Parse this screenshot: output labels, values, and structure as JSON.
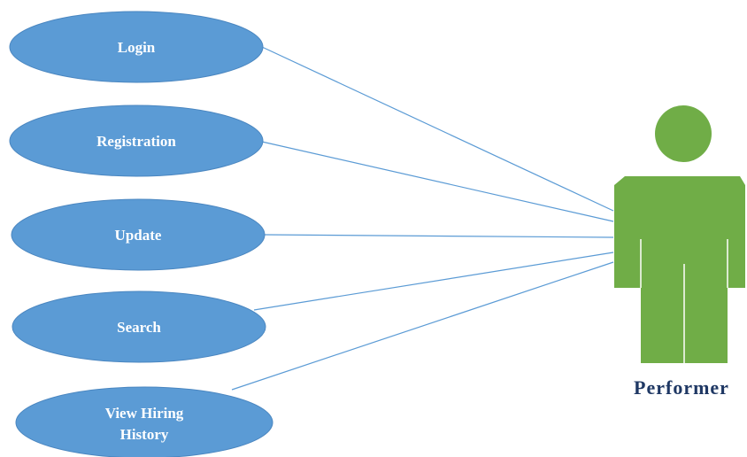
{
  "diagram": {
    "use_cases": [
      {
        "id": "login",
        "label_lines": [
          "Login"
        ]
      },
      {
        "id": "registration",
        "label_lines": [
          "Registration"
        ]
      },
      {
        "id": "update",
        "label_lines": [
          "Update"
        ]
      },
      {
        "id": "search",
        "label_lines": [
          "Search"
        ]
      },
      {
        "id": "view-hiring-history",
        "label_lines": [
          "View Hiring",
          "History"
        ]
      }
    ],
    "actor": {
      "label": "Performer"
    },
    "colors": {
      "use_case_fill": "#5b9bd5",
      "use_case_stroke": "#4a86c0",
      "connector": "#5b9bd5",
      "actor_fill": "#70ad47",
      "actor_text": "#1f3864"
    }
  }
}
